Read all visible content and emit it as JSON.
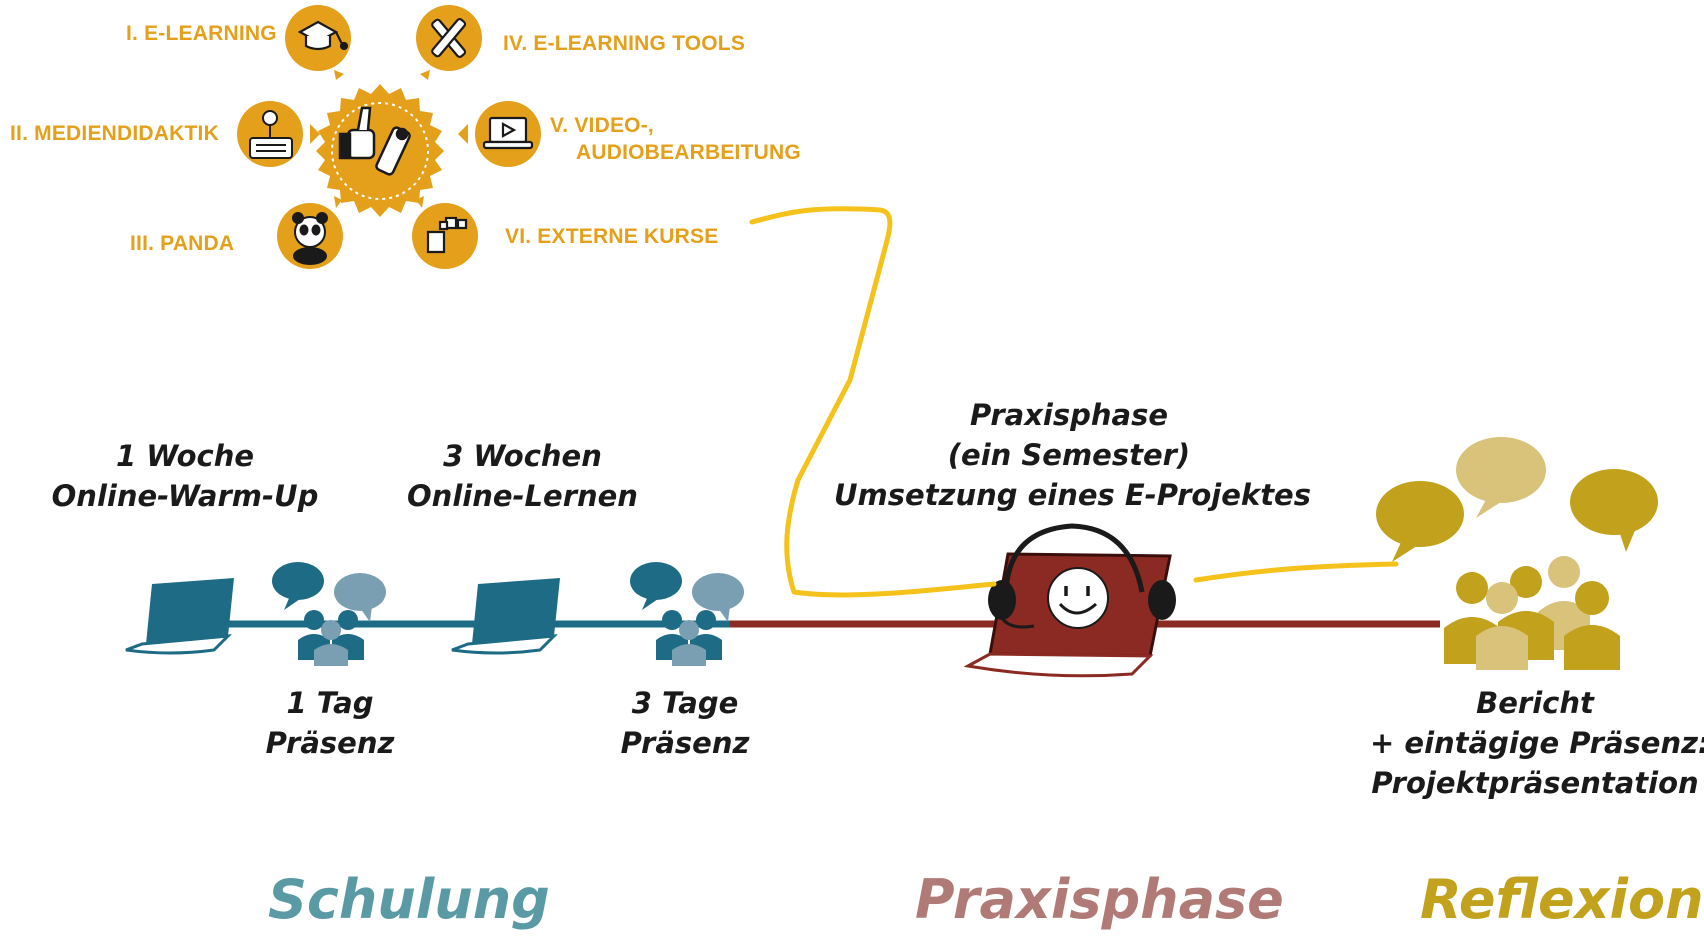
{
  "modules": {
    "m1": "I. E-LEARNING",
    "m2": "II. MEDIENDIDAKTIK",
    "m3": "III. PANDA",
    "m4": "IV. E-LEARNING TOOLS",
    "m5a": "V. VIDEO-,",
    "m5b": "AUDIOBEARBEITUNG",
    "m6": "VI. EXTERNE KURSE"
  },
  "timeline": {
    "warmup_line1": "1 Woche",
    "warmup_line2": "Online-Warm-Up",
    "lernen_line1": "3 Wochen",
    "lernen_line2": "Online-Lernen",
    "praxis_line1": "Praxisphase",
    "praxis_line2": "(ein Semester)",
    "praxis_line3": "Umsetzung eines E-Projektes",
    "tag1_line1": "1 Tag",
    "tag1_line2": "Präsenz",
    "tag3_line1": "3 Tage",
    "tag3_line2": "Präsenz",
    "bericht_line1": "Bericht",
    "bericht_line2": "+ eintägige Präsenz:",
    "bericht_line3": "Projektpräsentation"
  },
  "phases": {
    "schulung": "Schulung",
    "praxisphase": "Praxisphase",
    "reflexion": "Reflexion"
  },
  "colors": {
    "orange": "#e4a01a",
    "teal": "#1d6b85",
    "teal_light": "#7a9eb2",
    "darkred": "#8b2a22",
    "gold": "#c2a11c",
    "gold_light": "#d9c27a",
    "highlight": "#f5c21b",
    "schulung": "#5a9aa5",
    "praxisphase": "#b07a76",
    "reflexion": "#c2a11c"
  }
}
